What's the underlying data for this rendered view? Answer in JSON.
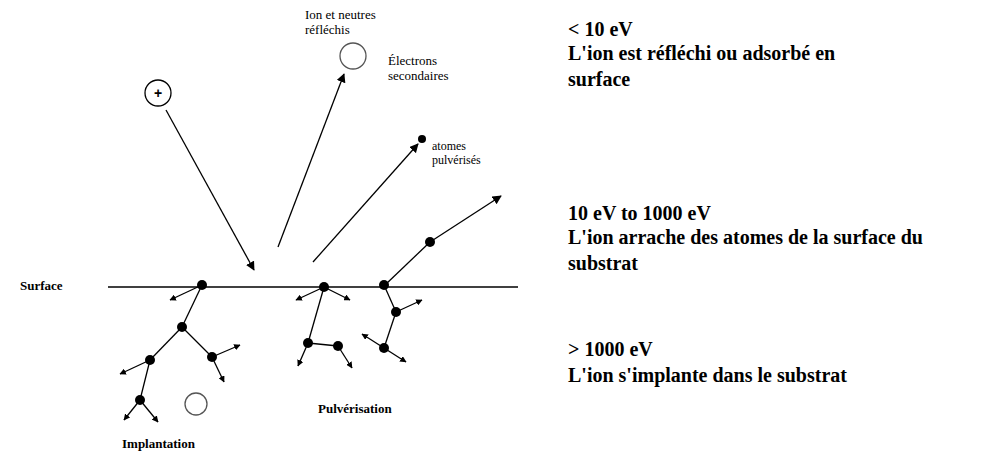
{
  "diagram": {
    "nodes": [
      {
        "text": [
          "+"
        ]
      }
    ],
    "labels": [
      "Ion et neutres réfléchis",
      "Électrons secondaires",
      "atomes pulvérisés",
      "< 10 eV",
      "L'ion est réfléchi ou adsorbé en surface",
      "10 eV to 1000 eV",
      "L'ion arrache des atomes de la surface du substrat",
      "> 1000 eV",
      "L'ion s'implante dans le substrat",
      "Surface",
      "Implantation",
      "Pulvérisation"
    ]
  }
}
